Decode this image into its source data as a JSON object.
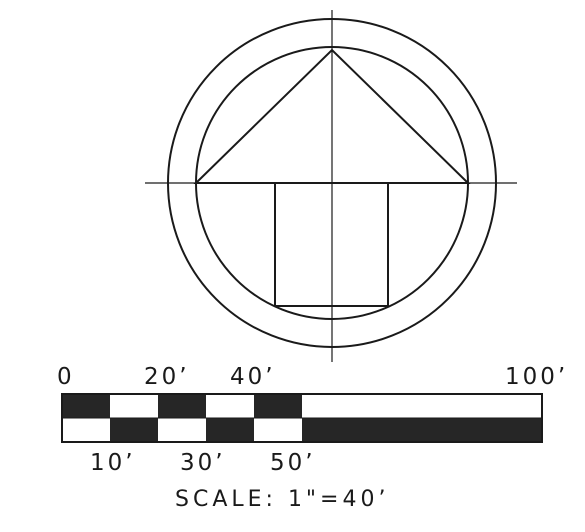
{
  "north_symbol": {
    "icon": "north-arrow-icon",
    "stroke_color": "#1a1a1a"
  },
  "scale_bar": {
    "fill_color": "#262626",
    "top_labels": [
      "0",
      "20’",
      "40’",
      "100’"
    ],
    "bottom_labels": [
      "10’",
      "30’",
      "50’"
    ],
    "caption": "SCALE: 1\"=40’"
  }
}
